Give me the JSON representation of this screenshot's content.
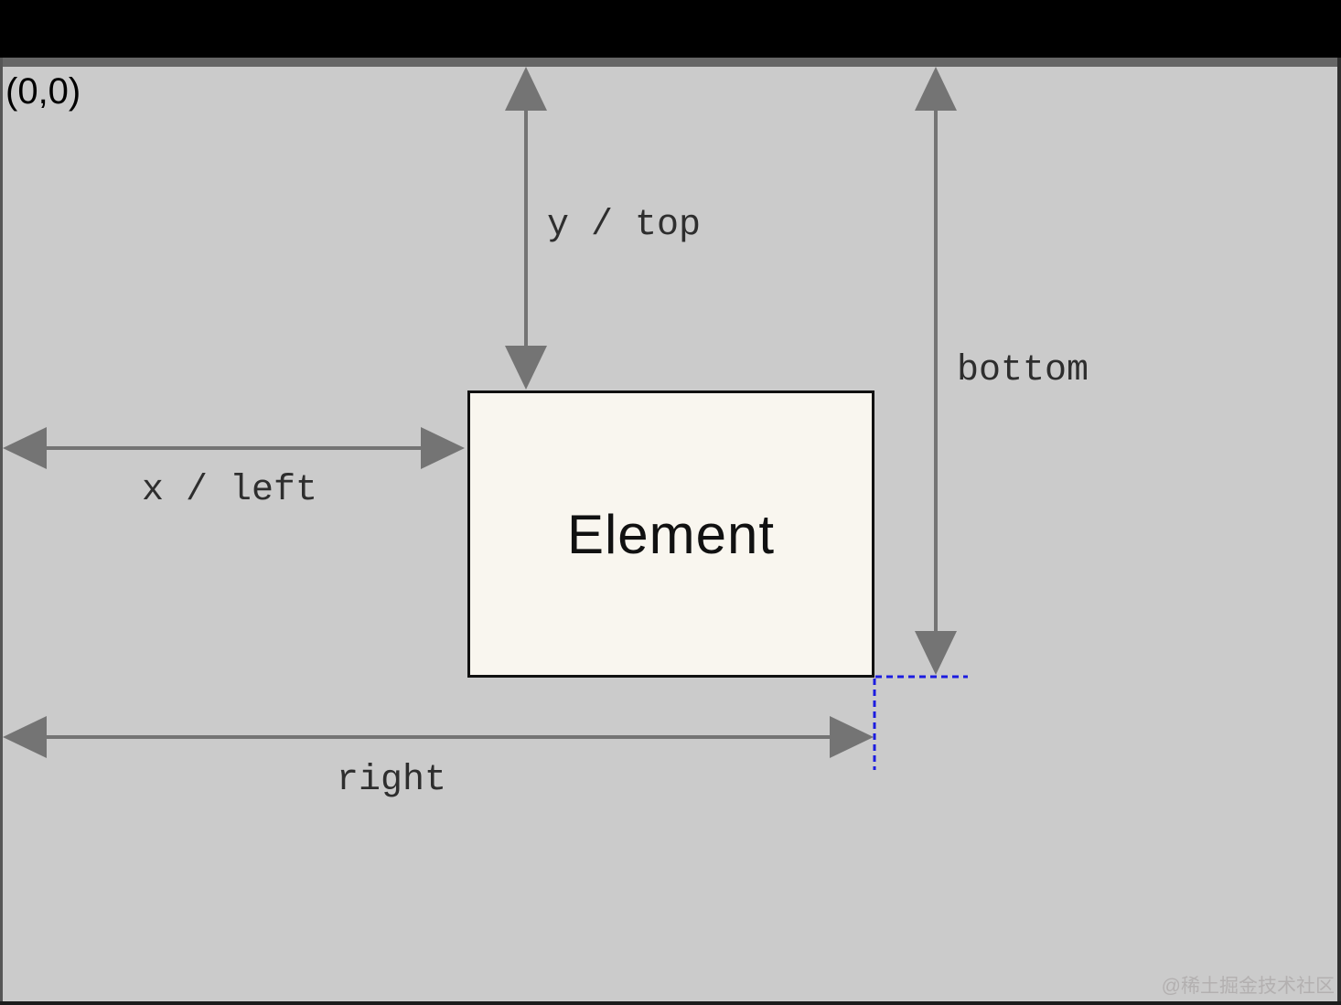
{
  "page": {
    "origin_label": "(0,0)",
    "watermark": "@稀土掘金技术社区"
  },
  "diagram": {
    "element": {
      "label": "Element"
    },
    "arrows": [
      {
        "id": "y-top",
        "label": "y / top"
      },
      {
        "id": "x-left",
        "label": "x / left"
      },
      {
        "id": "bottom",
        "label": "bottom"
      },
      {
        "id": "right",
        "label": "right"
      }
    ],
    "colors": {
      "canvas_bg": "#cbcbcb",
      "top_bar": "#000000",
      "top_strip": "#666666",
      "arrow": "#747474",
      "element_fill": "#f9f6ef",
      "element_border": "#111111",
      "guide_blue": "#1c1ce0",
      "label_text": "#2e2e2e",
      "watermark_text": "#b3b0b0"
    }
  }
}
